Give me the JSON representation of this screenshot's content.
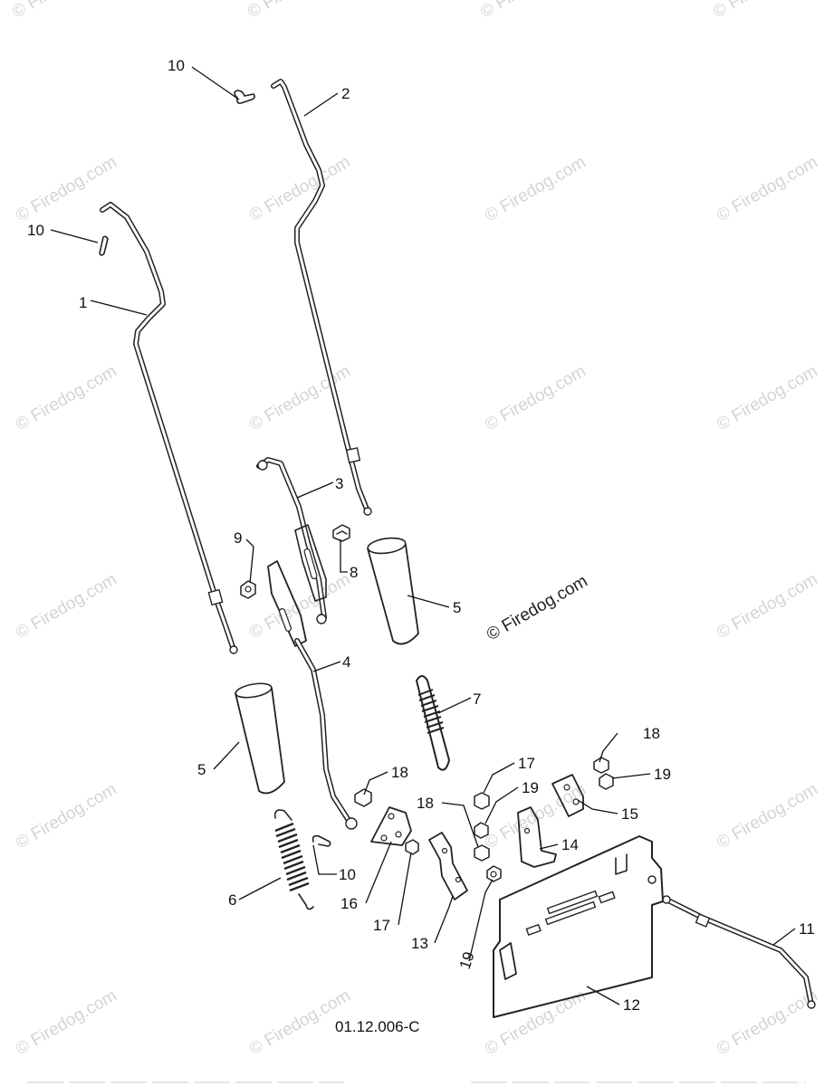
{
  "watermark": "© Firedog.com",
  "drawing_number": "01.12.006-C",
  "callouts": [
    {
      "id": "c10a",
      "text": "10"
    },
    {
      "id": "c2",
      "text": "2"
    },
    {
      "id": "c10b",
      "text": "10"
    },
    {
      "id": "c1",
      "text": "1"
    },
    {
      "id": "c3",
      "text": "3"
    },
    {
      "id": "c9",
      "text": "9"
    },
    {
      "id": "c8",
      "text": "8"
    },
    {
      "id": "c5a",
      "text": "5"
    },
    {
      "id": "c4",
      "text": "4"
    },
    {
      "id": "c7",
      "text": "7"
    },
    {
      "id": "c5b",
      "text": "5"
    },
    {
      "id": "c18a",
      "text": "18"
    },
    {
      "id": "c17a",
      "text": "17"
    },
    {
      "id": "c19a",
      "text": "19"
    },
    {
      "id": "c18b",
      "text": "18"
    },
    {
      "id": "c19b",
      "text": "19"
    },
    {
      "id": "c18c",
      "text": "18"
    },
    {
      "id": "c15",
      "text": "15"
    },
    {
      "id": "c14",
      "text": "14"
    },
    {
      "id": "c10c",
      "text": "10"
    },
    {
      "id": "c6",
      "text": "6"
    },
    {
      "id": "c16",
      "text": "16"
    },
    {
      "id": "c17b",
      "text": "17"
    },
    {
      "id": "c13",
      "text": "13"
    },
    {
      "id": "c19c",
      "text": "19"
    },
    {
      "id": "c11",
      "text": "11"
    },
    {
      "id": "c12",
      "text": "12"
    }
  ]
}
